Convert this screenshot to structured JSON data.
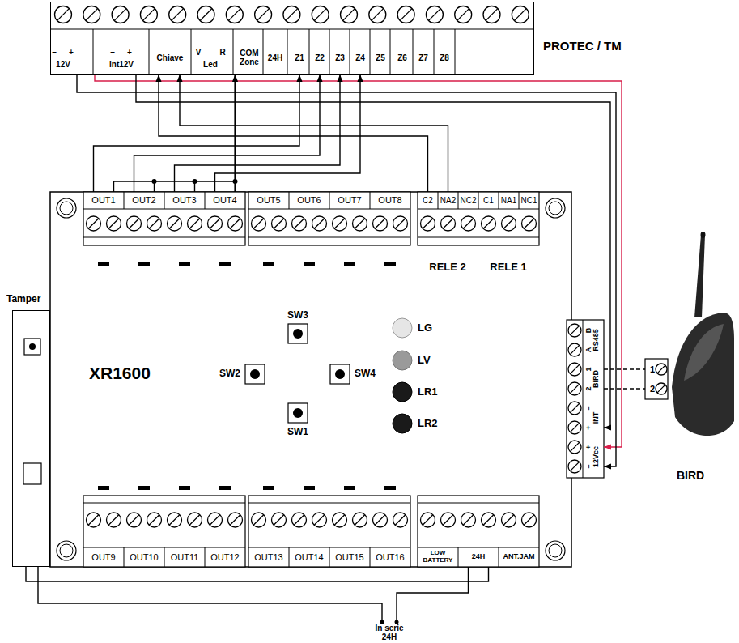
{
  "diagram": {
    "nodes": [
      {
        "text": [
          "PROTEC / TM"
        ]
      },
      {
        "text": [
          "XR1600"
        ]
      },
      {
        "text": [
          "Tamper"
        ]
      },
      {
        "text": [
          "BIRD"
        ]
      }
    ],
    "edges": [
      {
        "from": 0,
        "to": 1,
        "arrow": "to"
      },
      {
        "from": 0,
        "to": 1,
        "arrow": "to"
      },
      {
        "from": 0,
        "to": 1,
        "arrow": "to"
      },
      {
        "from": 1,
        "to": 0,
        "arrow": "to"
      },
      {
        "from": 1,
        "to": 0,
        "arrow": "to"
      },
      {
        "from": 1,
        "to": 0,
        "arrow": "to"
      },
      {
        "from": 1,
        "to": 0,
        "arrow": "to"
      },
      {
        "from": 1,
        "to": 0,
        "arrow": "to"
      },
      {
        "from": 1,
        "to": 0,
        "arrow": "to"
      },
      {
        "from": 1,
        "to": 0,
        "arrow": "to"
      },
      {
        "from": 1,
        "to": 3,
        "arrow": "none"
      },
      {
        "from": 1,
        "to": 3,
        "arrow": "none"
      },
      {
        "from": 2,
        "to": 1,
        "arrow": "none"
      }
    ],
    "labels": [
      "–",
      "+",
      "12V",
      "–",
      "+",
      "int12V",
      "Chiave",
      "V",
      "R",
      "Led",
      "COM Zone",
      "24H",
      "Z1",
      "Z2",
      "Z3",
      "Z4",
      "Z5",
      "Z6",
      "Z7",
      "Z8",
      "OUT1",
      "OUT2",
      "OUT3",
      "OUT4",
      "OUT5",
      "OUT6",
      "OUT7",
      "OUT8",
      "C2",
      "NA2",
      "NC2",
      "C1",
      "NA1",
      "NC1",
      "RELE 2",
      "RELE 1",
      "SW3",
      "SW2",
      "SW4",
      "SW1",
      "LG",
      "LV",
      "LR1",
      "LR2",
      "OUT9",
      "OUT10",
      "OUT11",
      "OUT12",
      "OUT13",
      "OUT14",
      "OUT15",
      "OUT16",
      "LOW BATTERY",
      "24H",
      "ANT.JAM",
      "B",
      "A",
      "RS485",
      "1",
      "2",
      "BIRD",
      "–",
      "+",
      "INT",
      "+",
      "–",
      "12Vcc",
      "1",
      "2",
      "In serie 24H"
    ]
  }
}
